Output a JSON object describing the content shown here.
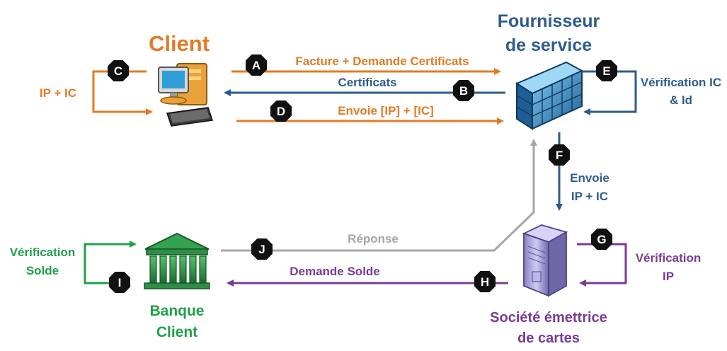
{
  "colors": {
    "orange": "#e37b25",
    "blue": "#2e5b8e",
    "purple": "#7a3a96",
    "green": "#1fa04a",
    "gray": "#a6a6a6",
    "badge": "#111111"
  },
  "entities": {
    "client": "Client",
    "provider_line1": "Fournisseur",
    "provider_line2": "de service",
    "bank_line1": "Banque",
    "bank_line2": "Client",
    "issuer_line1": "Société émettrice",
    "issuer_line2": "de cartes"
  },
  "steps": {
    "A": {
      "badge": "A",
      "label": "Facture + Demande Certificats"
    },
    "B": {
      "badge": "B",
      "label": "Certificats"
    },
    "C": {
      "badge": "C",
      "label": "IP + IC"
    },
    "D": {
      "badge": "D",
      "label": "Envoie  [IP] + [IC]"
    },
    "E": {
      "badge": "E",
      "label_line1": "Vérification IC",
      "label_line2": "& Id"
    },
    "F": {
      "badge": "F",
      "label_line1": "Envoie",
      "label_line2": "IP + IC"
    },
    "G": {
      "badge": "G",
      "label_line1": "Vérification",
      "label_line2": "IP"
    },
    "H": {
      "badge": "H",
      "label": "Demande Solde"
    },
    "I": {
      "badge": "I",
      "label_line1": "Vérification",
      "label_line2": "Solde"
    },
    "J": {
      "badge": "J",
      "label": "Réponse"
    }
  },
  "icons": {
    "client": "computer-icon",
    "provider": "office-building-icon",
    "bank": "bank-icon",
    "issuer": "server-tower-icon"
  }
}
